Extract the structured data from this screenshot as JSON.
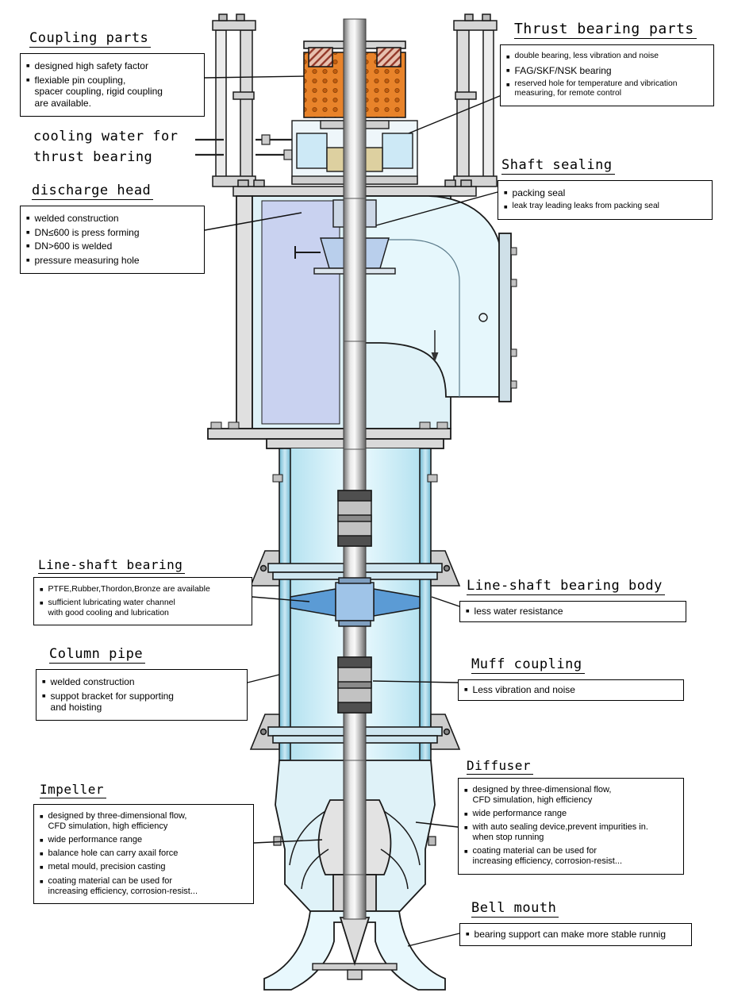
{
  "ui": {
    "bullet_glyph": "■"
  },
  "colors": {
    "coupling_orange": "#e8832a",
    "pipe_cyan": "#dff2f8",
    "chamber_lavender": "#c9d2f0",
    "bearing_blue": "#5b9bd5",
    "outline": "#1a1a1a"
  },
  "callouts": {
    "coupling_parts": {
      "title": "Coupling parts",
      "items": [
        "designed high safety factor",
        "flexiable pin coupling,\nspacer coupling, rigid coupling\nare available."
      ]
    },
    "thrust_bearing_parts": {
      "title": "Thrust bearing parts",
      "items": [
        "double bearing, less vibration and noise",
        "FAG/SKF/NSK bearing",
        "reserved hole for temperature and vibrication\nmeasuring, for remote control"
      ]
    },
    "cooling_water": {
      "label": "cooling water for\nthrust bearing"
    },
    "discharge_head": {
      "title": "discharge head",
      "items": [
        "welded construction",
        "DN≤600 is press forming",
        "DN>600 is welded",
        "pressure measuring hole"
      ]
    },
    "shaft_sealing": {
      "title": "Shaft sealing",
      "items": [
        "packing seal",
        "leak tray leading leaks from packing seal"
      ]
    },
    "line_shaft_bearing": {
      "title": "Line-shaft bearing",
      "items": [
        "PTFE,Rubber,Thordon,Bronze are available",
        "sufficient lubricating water channel\nwith good cooling and lubrication"
      ]
    },
    "line_shaft_bearing_body": {
      "title": "Line-shaft bearing body",
      "items": [
        "less water resistance"
      ]
    },
    "column_pipe": {
      "title": "Column pipe",
      "items": [
        "welded construction",
        "suppot bracket for supporting\nand hoisting"
      ]
    },
    "muff_coupling": {
      "title": "Muff coupling",
      "items": [
        "Less vibration and noise"
      ]
    },
    "impeller": {
      "title": "Impeller",
      "items": [
        "designed by three-dimensional flow,\nCFD simulation, high efficiency",
        "wide performance range",
        "balance hole can carry axail force",
        "metal mould, precision casting",
        "coating material can be used for\nincreasing efficiency, corrosion-resist..."
      ]
    },
    "diffuser": {
      "title": "Diffuser",
      "items": [
        "designed by three-dimensional flow,\nCFD simulation, high efficiency",
        "wide performance range",
        "with auto sealing device,prevent impurities in.\nwhen stop running",
        "coating material can be used for\nincreasing efficiency, corrosion-resist..."
      ]
    },
    "bell_mouth": {
      "title": "Bell mouth",
      "items": [
        "bearing support can make more stable runnig"
      ]
    }
  }
}
